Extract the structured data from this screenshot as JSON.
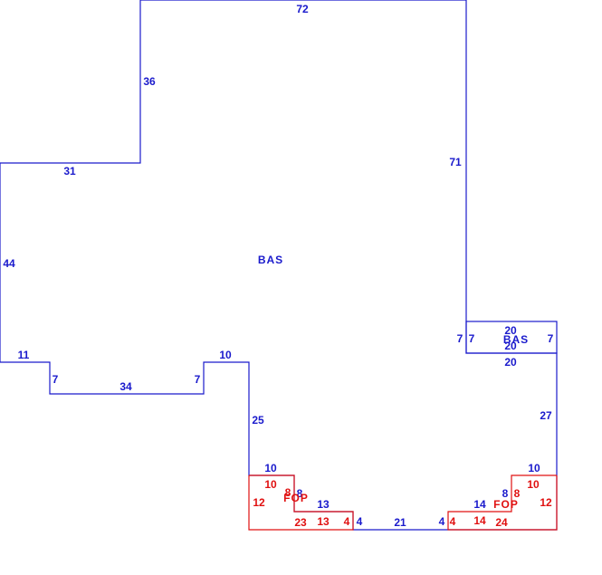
{
  "colors": {
    "bas": "#1a1acc",
    "fop": "#e01010",
    "background": "#ffffff"
  },
  "areas": [
    {
      "id": "bas-main",
      "label": "BAS",
      "color": "bas",
      "dims": [
        "72",
        "36",
        "31",
        "71",
        "44",
        "11",
        "7",
        "34",
        "7",
        "10",
        "25",
        "10",
        "8",
        "13",
        "4",
        "21",
        "4",
        "14",
        "8",
        "10",
        "27",
        "20",
        "7",
        "20",
        "7",
        "20"
      ]
    },
    {
      "id": "bas-bump",
      "label": "BAS",
      "color": "bas",
      "dims": [
        "20",
        "7",
        "20",
        "7"
      ]
    },
    {
      "id": "fop-left",
      "label": "FOP",
      "color": "fop",
      "dims": [
        "10",
        "12",
        "8",
        "23",
        "13",
        "4"
      ]
    },
    {
      "id": "fop-right",
      "label": "FOP",
      "color": "fop",
      "dims": [
        "10",
        "12",
        "8",
        "24",
        "14",
        "4"
      ]
    }
  ]
}
